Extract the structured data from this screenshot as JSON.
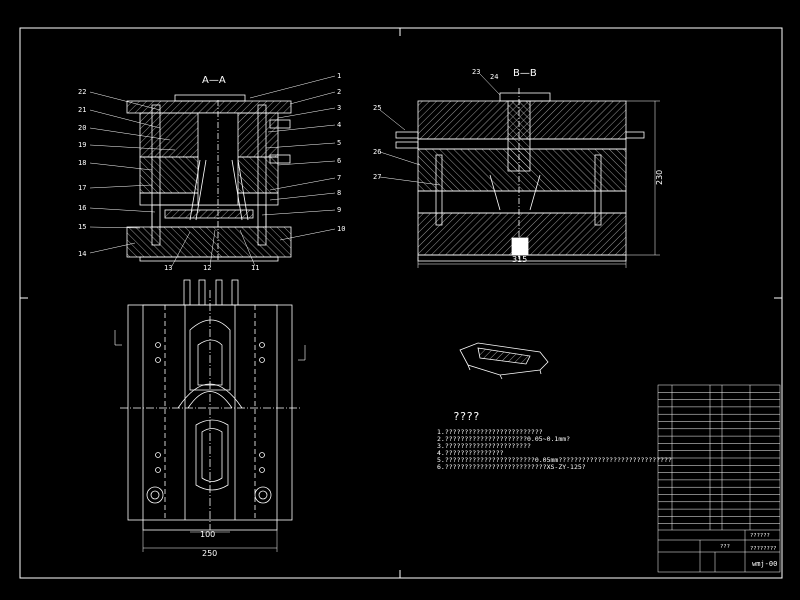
{
  "section_aa": {
    "title": "A—A",
    "part_labels_left": [
      "22",
      "21",
      "20",
      "19",
      "18",
      "17",
      "16",
      "15",
      "14"
    ],
    "part_labels_right": [
      "1",
      "2",
      "3",
      "4",
      "5",
      "6",
      "7",
      "8",
      "9",
      "10"
    ],
    "part_labels_bottom": [
      "13",
      "12",
      "11"
    ]
  },
  "section_bb": {
    "title": "B—B",
    "top_labels": [
      "23",
      "24"
    ],
    "left_labels": [
      "25",
      "26",
      "27"
    ],
    "dim_width": "315",
    "dim_height": "230"
  },
  "plan_view": {
    "dim_inner": "100",
    "dim_width": "250"
  },
  "notes": {
    "title": "????",
    "lines": [
      "1.?????????????????????????",
      "2.?????????????????????0.05~0.1mm?",
      "3.??????????????????????",
      "4.???????????????",
      "5.???????????????????????0.05mm?????????????????????????????",
      "6.??????????????????????????XS-ZY-125?"
    ]
  },
  "title_block": {
    "cell_a": "???",
    "cell_b": "??????",
    "cell_c": "????????",
    "drawing_no": "wmj-00"
  },
  "colors": {
    "background": "#000000",
    "line": "#ffffff",
    "accent": "#ffffff"
  }
}
